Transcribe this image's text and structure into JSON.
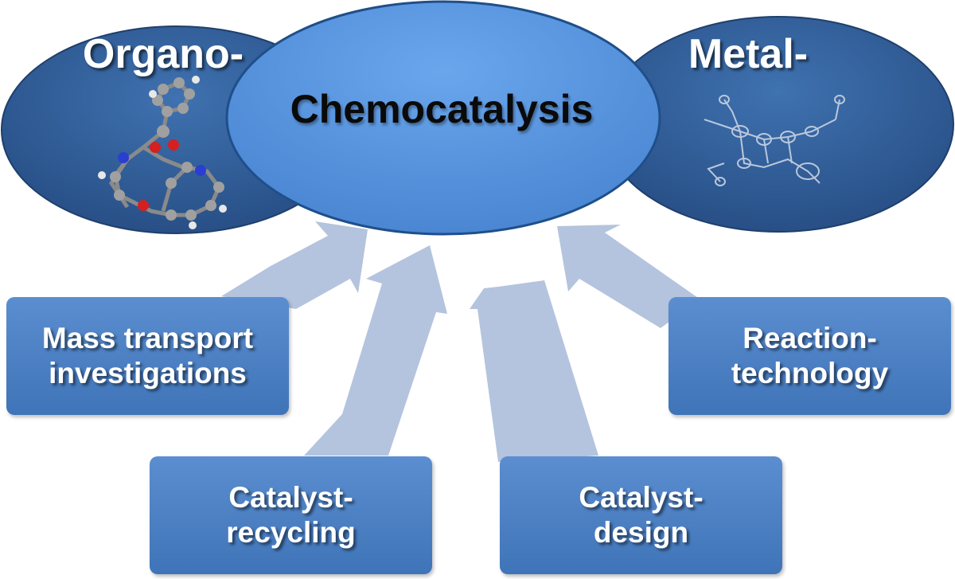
{
  "left_ellipse": {
    "label": "Organo-"
  },
  "right_ellipse": {
    "label": "Metal-"
  },
  "center_ellipse": {
    "label": "Chemocatalysis"
  },
  "boxes": [
    {
      "line1": "Mass transport",
      "line2": "investigations"
    },
    {
      "line1": "Catalyst-",
      "line2": "recycling"
    },
    {
      "line1": "Catalyst-",
      "line2": "design"
    },
    {
      "line1": "Reaction-",
      "line2": "technology"
    }
  ],
  "colors": {
    "dark_ellipse": "#2f5f9a",
    "center_ellipse": "#5b98e0",
    "box": "#4a7fc2",
    "arrow": "#b4c4de"
  }
}
